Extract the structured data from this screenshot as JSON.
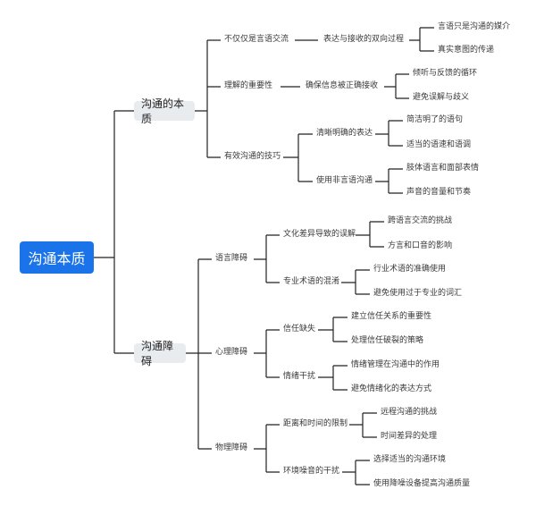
{
  "root": "沟通本质",
  "branches": [
    {
      "label": "沟通的本质",
      "children": [
        {
          "label": "不仅仅是言语交流",
          "children": [
            {
              "label": "表达与接收的双向过程",
              "children": [
                "言语只是沟通的媒介",
                "真实意图的传递"
              ]
            }
          ]
        },
        {
          "label": "理解的重要性",
          "children": [
            {
              "label": "确保信息被正确接收",
              "children": [
                "倾听与反馈的循环",
                "避免误解与歧义"
              ]
            }
          ]
        },
        {
          "label": "有效沟通的技巧",
          "children": [
            {
              "label": "清晰明确的表达",
              "children": [
                "简洁明了的语句",
                "适当的语速和语调"
              ]
            },
            {
              "label": "使用非言语沟通",
              "children": [
                "肢体语言和面部表情",
                "声音的音量和节奏"
              ]
            }
          ]
        }
      ]
    },
    {
      "label": "沟通障碍",
      "children": [
        {
          "label": "语言障碍",
          "children": [
            {
              "label": "文化差异导致的误解",
              "children": [
                "跨语言交流的挑战",
                "方言和口音的影响"
              ]
            },
            {
              "label": "专业术语的混淆",
              "children": [
                "行业术语的准确使用",
                "避免使用过于专业的词汇"
              ]
            }
          ]
        },
        {
          "label": "心理障碍",
          "children": [
            {
              "label": "信任缺失",
              "children": [
                "建立信任关系的重要性",
                "处理信任破裂的策略"
              ]
            },
            {
              "label": "情绪干扰",
              "children": [
                "情绪管理在沟通中的作用",
                "避免情绪化的表达方式"
              ]
            }
          ]
        },
        {
          "label": "物理障碍",
          "children": [
            {
              "label": "距离和时间的限制",
              "children": [
                "远程沟通的挑战",
                "时间差异的处理"
              ]
            },
            {
              "label": "环境噪音的干扰",
              "children": [
                "选择适当的沟通环境",
                "使用降噪设备提高沟通质量"
              ]
            }
          ]
        }
      ]
    }
  ]
}
